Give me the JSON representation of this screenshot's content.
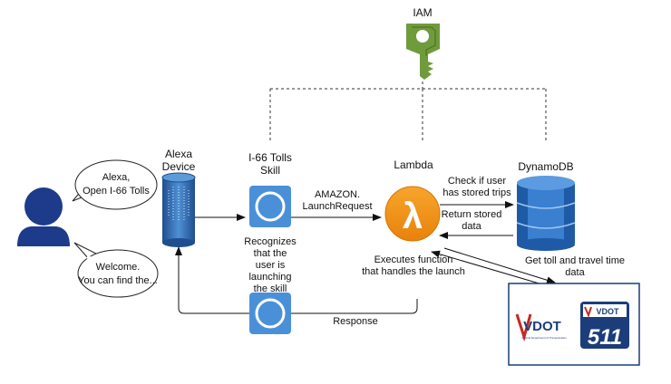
{
  "iam": {
    "label": "IAM"
  },
  "user": {
    "speech_1": [
      "Alexa,",
      "Open I-66 Tolls"
    ],
    "speech_2": [
      "Welcome.",
      "You can find the..."
    ]
  },
  "alexa_device": {
    "label": [
      "Alexa",
      "Device"
    ]
  },
  "skill": {
    "label": [
      "I-66 Tolls",
      "Skill"
    ],
    "description": [
      "Recognizes",
      "that the",
      "user is",
      "launching",
      "the skill"
    ]
  },
  "request": {
    "label": [
      "AMAZON.",
      "LaunchRequest"
    ]
  },
  "lambda": {
    "label": "Lambda",
    "symbol": "λ",
    "description": [
      "Executes function",
      "that handles the launch"
    ]
  },
  "dynamodb": {
    "label": "DynamoDB",
    "check_label": [
      "Check if user",
      "has stored trips"
    ],
    "return_label": [
      "Return stored",
      "data"
    ]
  },
  "vdot": {
    "fetch_label": [
      "Get toll and travel time",
      "data"
    ],
    "logo_1": "VDOT",
    "logo_1_sub": "Virginia Department of Transportation",
    "logo_2_top": "VDOT",
    "logo_2_num": "511"
  },
  "response": {
    "label": "Response"
  },
  "colors": {
    "iam_green": "#6f9b3c",
    "lambda_orange": "#f29100",
    "skill_blue": "#4a90d9",
    "dynamo_blue": "#2f6fbd",
    "user_navy": "#1d3b8a",
    "vdot_navy": "#1b3d7a",
    "vdot_red": "#c8281e"
  }
}
